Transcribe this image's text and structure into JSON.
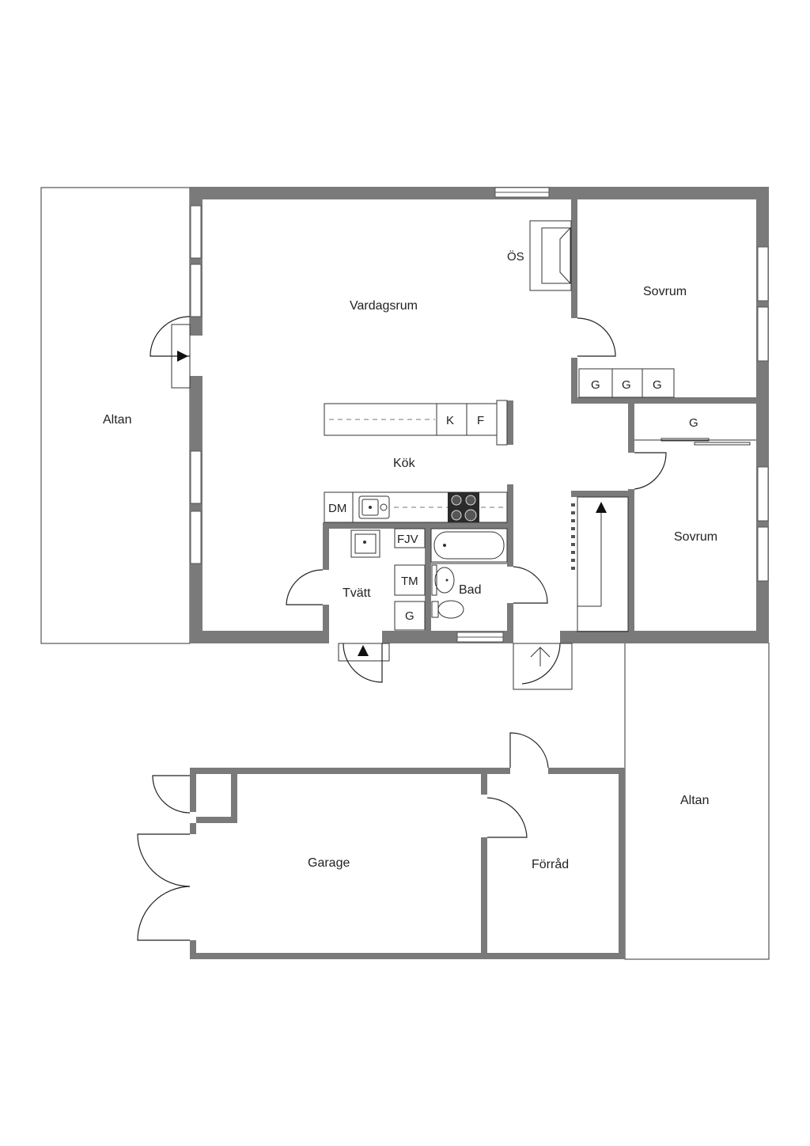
{
  "rooms": {
    "altan_west": "Altan",
    "vardagsrum": "Vardagsrum",
    "os": "ÖS",
    "sovrum_top": "Sovrum",
    "sovrum_bottom": "Sovrum",
    "kok": "Kök",
    "tvatt": "Tvätt",
    "bad": "Bad",
    "garage": "Garage",
    "forrad": "Förråd",
    "altan_east": "Altan"
  },
  "fixtures": {
    "wardrobe_1": "G",
    "wardrobe_2": "G",
    "wardrobe_3": "G",
    "wardrobe_4": "G",
    "fridge": "K",
    "freezer": "F",
    "dishwasher": "DM",
    "district_heating": "FJV",
    "tumble_dryer": "TM",
    "laundry_cabinet": "G"
  },
  "colors": {
    "wall": "#7a7a7a",
    "line": "#333333",
    "background": "#ffffff"
  }
}
